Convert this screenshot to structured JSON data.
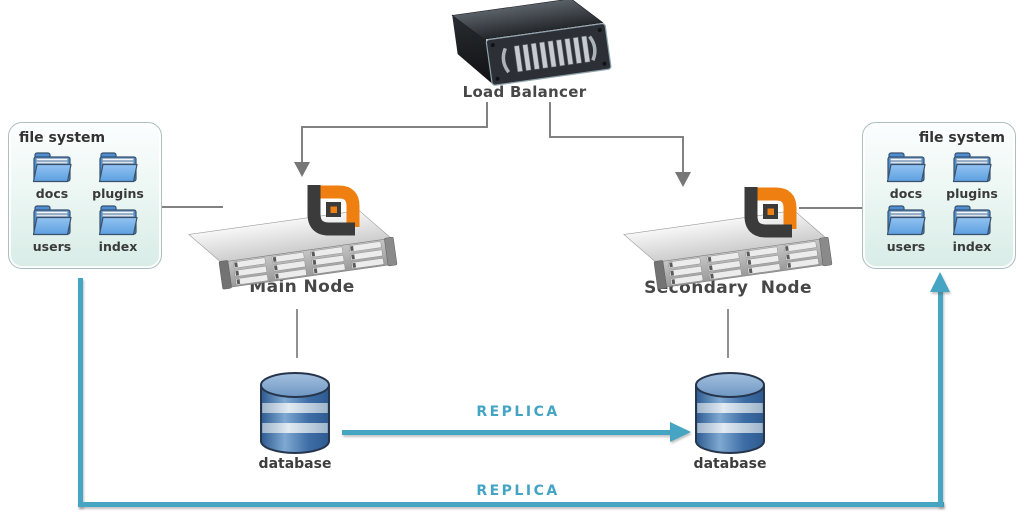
{
  "diagram": {
    "load_balancer": {
      "label": "Load Balancer"
    },
    "main_node": {
      "label": "Main Node"
    },
    "secondary_node": {
      "label": "Secondary Node"
    },
    "database_left": {
      "label": "database"
    },
    "database_right": {
      "label": "database"
    },
    "file_system_left": {
      "title": "file system",
      "folders": [
        "docs",
        "plugins",
        "users",
        "index"
      ]
    },
    "file_system_right": {
      "title": "file system",
      "folders": [
        "docs",
        "plugins",
        "users",
        "index"
      ]
    },
    "replica_db_arrow": {
      "label": "REPLICA"
    },
    "replica_fs_arrow": {
      "label": "REPLICA"
    },
    "colors": {
      "replica_accent": "#45A5C2",
      "connector_gray": "#828282",
      "label_text": "#474747",
      "folder_blue": "#5AA0E2",
      "database_blue": "#2F5E95",
      "logo_orange": "#EE7F10"
    }
  }
}
